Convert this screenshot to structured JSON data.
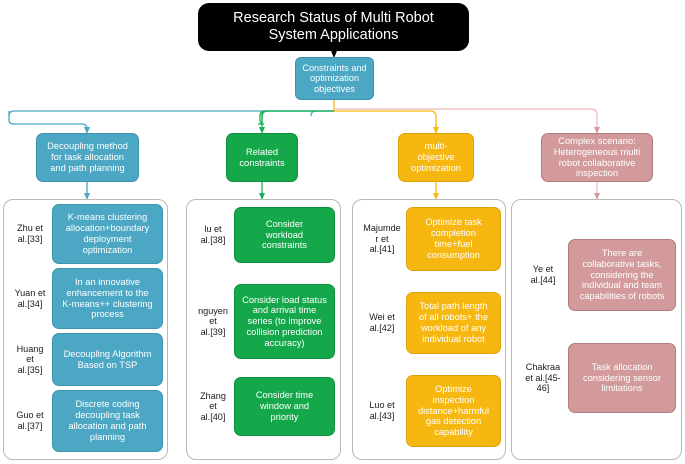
{
  "diagram": {
    "title": "Research Status of Multi Robot System Applications",
    "root": {
      "label": "Research Status of Multi Robot\nSystem Applications",
      "color": "#000000"
    },
    "central": {
      "label": "Constraints and\noptimization\nobjectives",
      "color": "#4ba7c3"
    },
    "branches": [
      {
        "key": "decoupling",
        "header": "Decoupling method\nfor task allocation\nand path planning",
        "color": "#4ba7c3",
        "items": [
          {
            "citation": "Zhu et\nal.[33]",
            "text": "K-means clustering\nallocation+boundary\ndeployment\noptimization"
          },
          {
            "citation": "Yuan et\nal.[34]",
            "text": "In an innovative\nenhancement to the\nK-means++ clustering\nprocess"
          },
          {
            "citation": "Huang\net\nal.[35]",
            "text": "Decoupling Algorithm\nBased on TSP"
          },
          {
            "citation": "Guo et\nal.[37]",
            "text": "Discrete coding\ndecoupling task\nallocation and path\nplanning"
          }
        ]
      },
      {
        "key": "related-constraints",
        "header": "Related\nconstraints",
        "color": "#15a84b",
        "items": [
          {
            "citation": "lu et\nal.[38]",
            "text": "Consider\nworkload\nconstraints"
          },
          {
            "citation": "nguyen\net\nal.[39]",
            "text": "Consider load status\nand arrival time\nseries (to improve\ncollision prediction\naccuracy)"
          },
          {
            "citation": "Zhang\net\nal.[40]",
            "text": "Consider time\nwindow and\npriority"
          }
        ]
      },
      {
        "key": "multi-objective",
        "header": "multi-\nobjective\noptimization",
        "color": "#f7b711",
        "items": [
          {
            "citation": "Majumde\nr et\nal.[41]",
            "text": "Optimize task\ncompletion\ntime+fuel\nconsumption"
          },
          {
            "citation": "Wei et\nal.[42]",
            "text": "Total path length\nof all robots+ the\nworkload of any\nindividual robot"
          },
          {
            "citation": "Luo et\nal.[43]",
            "text": "Optimize\ninspection\ndistance+harmful\ngas detection\ncapability"
          }
        ]
      },
      {
        "key": "complex-scenario",
        "header": "Complex scenario:\nHeterogeneous multi\nrobot collaborative\ninspection",
        "color": "#d29a9a",
        "items": [
          {
            "citation": "Ye et\nal.[44]",
            "text": "There are\ncollaborative tasks,\nconsidering the\nindividual and team\ncapabilities of robots"
          },
          {
            "citation": "Chakraa\net al.[45-\n46]",
            "text": "Task allocation\nconsidering sensor\nlimitations"
          }
        ]
      }
    ]
  }
}
